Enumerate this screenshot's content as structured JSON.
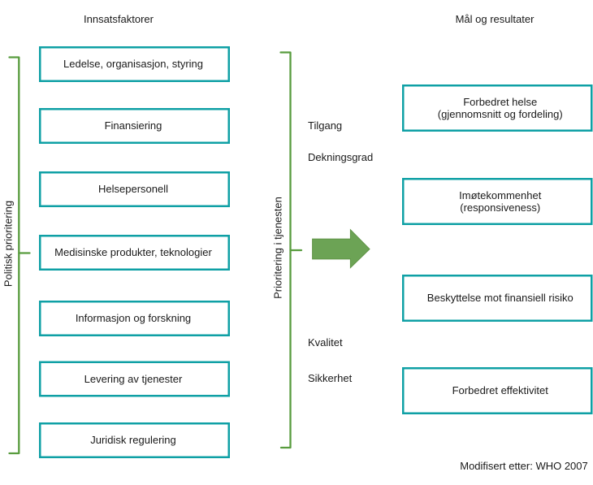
{
  "diagram": {
    "title_left": "Innsatsfaktorer",
    "title_right": "Mål og resultater",
    "caption": "Modifisert etter: WHO 2007",
    "left_column": {
      "bracket_label": "Politisk prioritering",
      "boxes": [
        "Ledelse, organisasjon, styring",
        "Finansiering",
        "Helsepersonell",
        "Medisinske produkter, teknologier",
        "Informasjon og forskning",
        "Levering av tjenester",
        "Juridisk regulering"
      ]
    },
    "middle": {
      "bracket_label": "Prioritering i tjenesten",
      "labels_top": [
        "Tilgang",
        "Dekningsgrad"
      ],
      "labels_bottom": [
        "Kvalitet",
        "Sikkerhet"
      ],
      "arrow_icon": "right-arrow"
    },
    "right_column": {
      "boxes": [
        "Forbedret helse\n(gjennomsnitt og fordeling)",
        "Imøtekommenhet\n(responsiveness)",
        "Beskyttelse mot finansiell risiko",
        "Forbedret effektivitet"
      ]
    },
    "colors": {
      "background": "#ffffff",
      "text": "#1a1a1a",
      "box_border": "#0fa0a5",
      "bracket": "#589c3e",
      "arrow_fill": "#6ca355",
      "arrow_stroke": "#609447"
    }
  }
}
